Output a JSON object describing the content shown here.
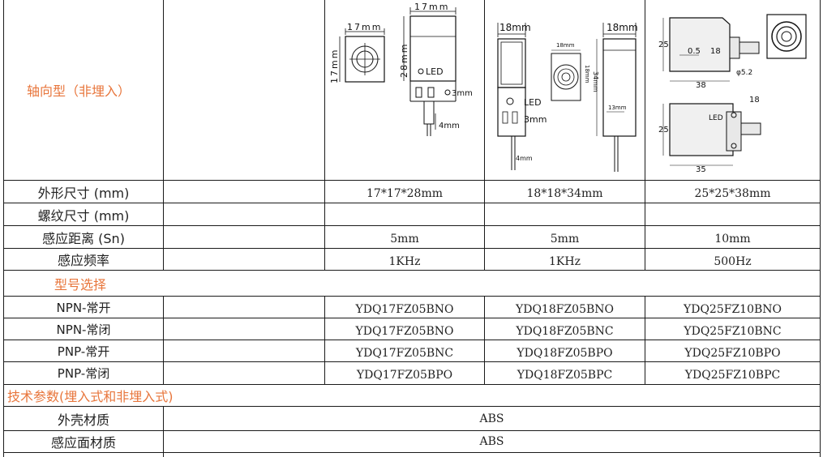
{
  "header": {
    "type_label": "轴向型（非埋入）"
  },
  "dim_labels": {
    "d1_width": "17mm",
    "d1_height": "17mm",
    "d1_top": "17mm",
    "d1_len": "28mm",
    "d1_led": "LED",
    "d1_3mm": "3mm",
    "d1_4mm": "4mm",
    "d2_top_left": "18mm",
    "d2_top_right": "18mm",
    "d2_small": "18mm",
    "d2_small_v": "18mm",
    "d2_34": "34mm",
    "d2_13": "13mm",
    "d2_led": "LED",
    "d2_3mm": "3mm",
    "d2_4mm": "4mm",
    "d3_25": "25",
    "d3_05": "0.5",
    "d3_18": "18",
    "d3_52": "φ5.2",
    "d3_38": "38",
    "d3_18b": "18",
    "d3_25b": "25",
    "d3_led": "LED",
    "d3_35": "35"
  },
  "rows": [
    {
      "label": "外形尺寸 (mm)",
      "values": [
        "17*17*28mm",
        "18*18*34mm",
        "25*25*38mm"
      ]
    },
    {
      "label": "螺纹尺寸 (mm)",
      "values": [
        "",
        "",
        ""
      ]
    },
    {
      "label": "感应距离 (Sn)",
      "values": [
        "5mm",
        "5mm",
        "10mm"
      ]
    },
    {
      "label": "感应频率",
      "values": [
        "1KHz",
        "1KHz",
        "500Hz"
      ]
    }
  ],
  "model_section": "型号选择",
  "models": [
    {
      "label": "NPN-常开",
      "values": [
        "YDQ17FZ05BNO",
        "YDQ18FZ05BNO",
        "YDQ25FZ10BNO"
      ]
    },
    {
      "label": "NPN-常闭",
      "values": [
        "YDQ17FZ05BNO",
        "YDQ18FZ05BNC",
        "YDQ25FZ10BNC"
      ]
    },
    {
      "label": "PNP-常开",
      "values": [
        "YDQ17FZ05BNC",
        "YDQ18FZ05BPO",
        "YDQ25FZ10BPO"
      ]
    },
    {
      "label": "PNP-常闭",
      "values": [
        "YDQ17FZ05BPO",
        "YDQ18FZ05BPC",
        "YDQ25FZ10BPC"
      ]
    }
  ],
  "tech_section": "技术参数(埋入式和非埋入式)",
  "tech": [
    {
      "label": "外壳材质",
      "value": "ABS"
    },
    {
      "label": "感应面材质",
      "value": "ABS"
    }
  ]
}
